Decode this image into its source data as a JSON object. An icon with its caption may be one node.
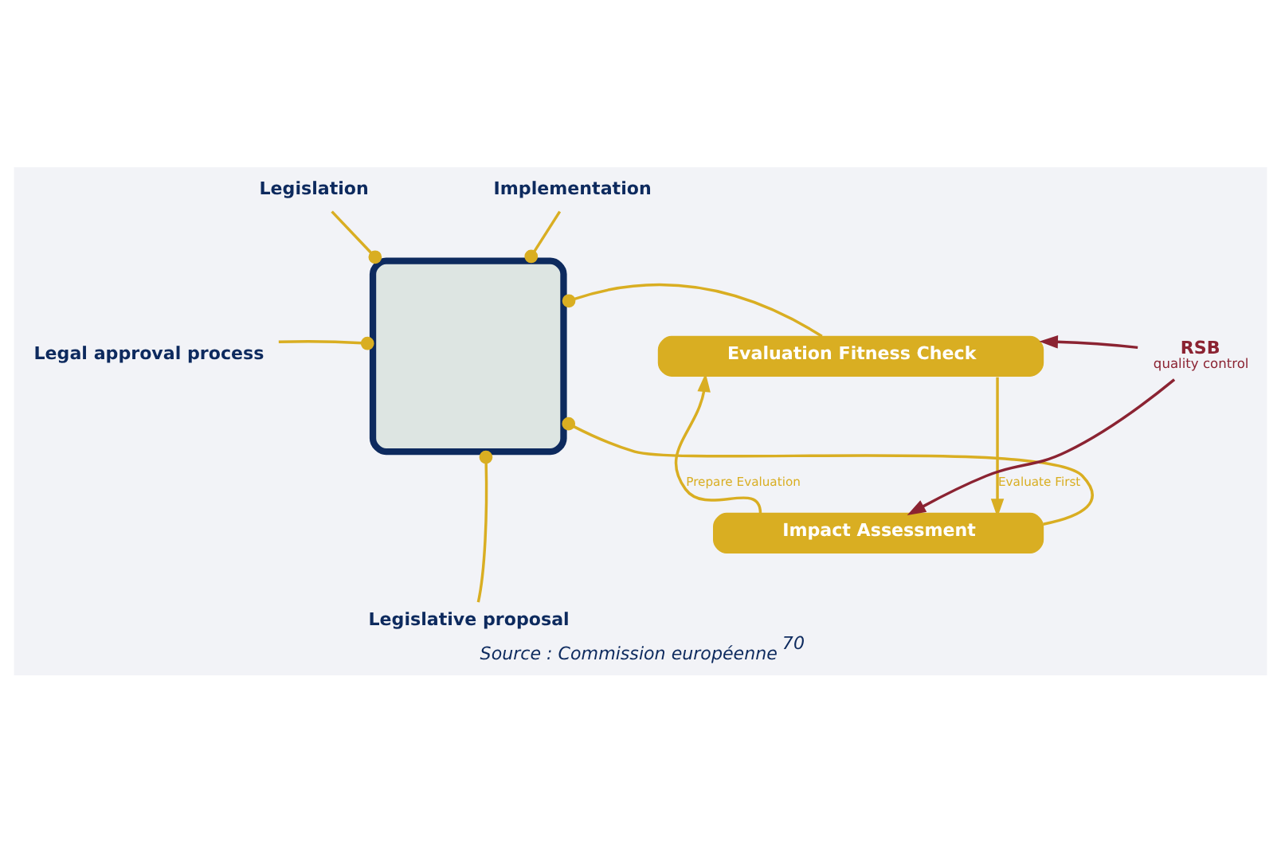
{
  "diagram": {
    "caption": "Source : Commission européenne$^{70}$",
    "nodes": [
      {
        "text": [],
        "shape": "box"
      },
      {
        "text": [
          "Implementation"
        ]
      },
      {
        "text": [
          "Legislation"
        ]
      },
      {
        "text": [
          "Legal approval process"
        ]
      },
      {
        "text": [
          "Legislative proposal"
        ]
      },
      {
        "text": [
          "Evaluation Fitness Check"
        ]
      },
      {
        "text": [
          "Impact Assessment"
        ]
      },
      {
        "text": [
          "RSB",
          "quality control"
        ]
      }
    ],
    "edges": [
      {
        "from": 1,
        "to": 0,
        "arrow": "other"
      },
      {
        "from": 2,
        "to": 0,
        "arrow": "other"
      },
      {
        "from": 3,
        "to": 0,
        "arrow": "other"
      },
      {
        "from": 4,
        "to": 0,
        "arrow": "other"
      },
      {
        "from": 5,
        "to": 0,
        "arrow": "other"
      },
      {
        "from": 6,
        "to": 0,
        "arrow": "other"
      },
      {
        "from": 5,
        "to": 6,
        "arrow": "to",
        "label": "Evaluate First"
      },
      {
        "from": 6,
        "to": 5,
        "arrow": "to",
        "label": "Prepare Evaluation"
      },
      {
        "from": 7,
        "to": 5,
        "arrow": "to",
        "color": "#8b2332"
      },
      {
        "from": 7,
        "to": 6,
        "arrow": "to",
        "color": "#8b2332"
      }
    ]
  }
}
